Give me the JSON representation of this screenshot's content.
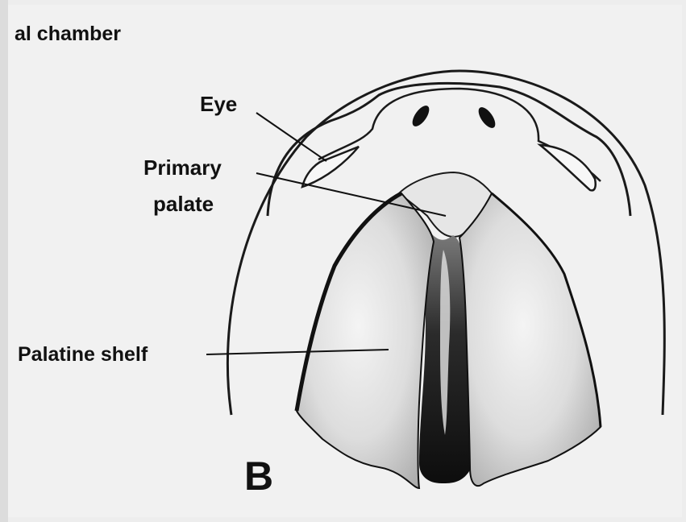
{
  "diagram": {
    "title": "al chamber",
    "panel_letter": "B",
    "labels": {
      "eye": "Eye",
      "primary_palate_line1": "Primary",
      "primary_palate_line2": "palate",
      "palatine_shelf": "Palatine shelf"
    }
  }
}
